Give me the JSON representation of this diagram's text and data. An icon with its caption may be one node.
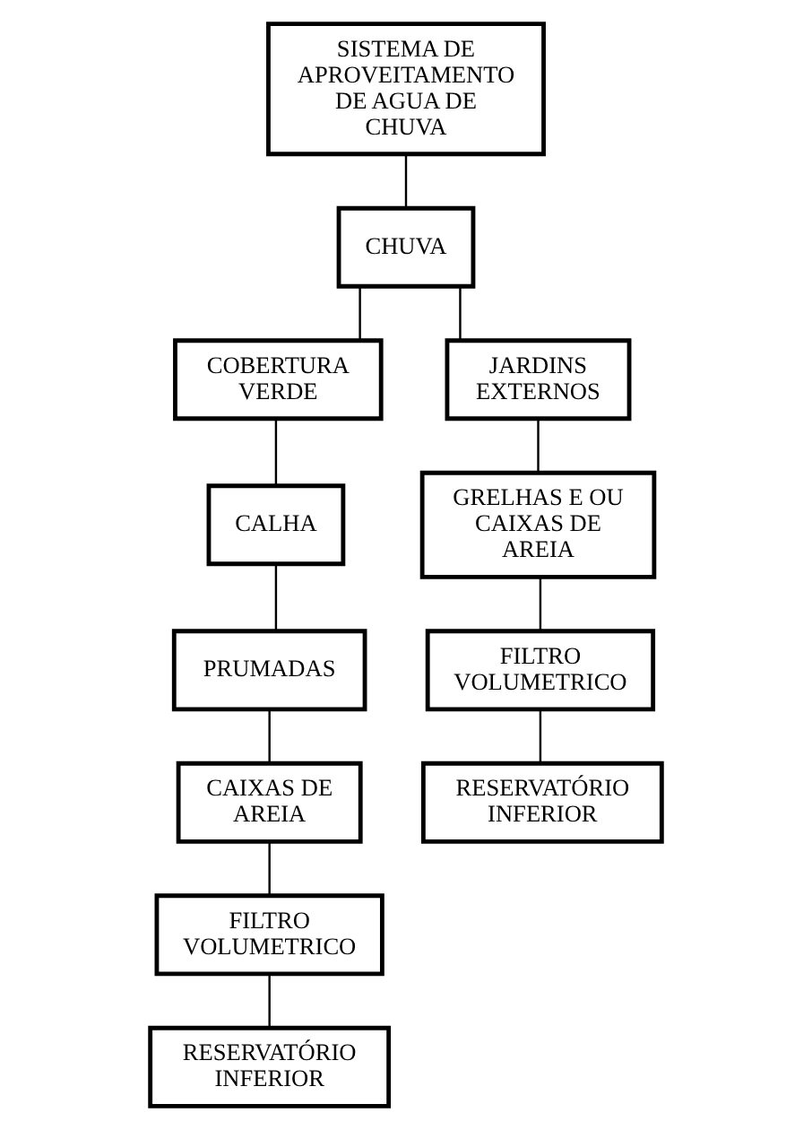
{
  "diagram": {
    "nodes": [
      {
        "text": [
          "SISTEMA DE APROVEITAMENTO DE AGUA DE CHUVA"
        ]
      },
      {
        "text": [
          "CHUVA"
        ]
      },
      {
        "text": [
          "COBERTURA VERDE"
        ]
      },
      {
        "text": [
          "JARDINS EXTERNOS"
        ]
      },
      {
        "text": [
          "CALHA"
        ]
      },
      {
        "text": [
          "GRELHAS E OU CAIXAS DE AREIA"
        ]
      },
      {
        "text": [
          "PRUMADAS"
        ]
      },
      {
        "text": [
          "FILTRO VOLUMETRICO"
        ]
      },
      {
        "text": [
          "CAIXAS DE AREIA"
        ]
      },
      {
        "text": [
          "RESERVATÓRIO INFERIOR"
        ]
      },
      {
        "text": [
          "FILTRO VOLUMETRICO"
        ]
      },
      {
        "text": [
          "RESERVATÓRIO INFERIOR"
        ]
      }
    ],
    "edges": [
      {
        "from": 0,
        "to": 1,
        "arrow": "none"
      },
      {
        "from": 1,
        "to": 2,
        "arrow": "none"
      },
      {
        "from": 1,
        "to": 3,
        "arrow": "none"
      },
      {
        "from": 2,
        "to": 4,
        "arrow": "none"
      },
      {
        "from": 4,
        "to": 6,
        "arrow": "none"
      },
      {
        "from": 6,
        "to": 8,
        "arrow": "none"
      },
      {
        "from": 8,
        "to": 10,
        "arrow": "none"
      },
      {
        "from": 10,
        "to": 11,
        "arrow": "none"
      },
      {
        "from": 3,
        "to": 5,
        "arrow": "none"
      },
      {
        "from": 5,
        "to": 7,
        "arrow": "none"
      },
      {
        "from": 7,
        "to": 9,
        "arrow": "none"
      }
    ]
  }
}
